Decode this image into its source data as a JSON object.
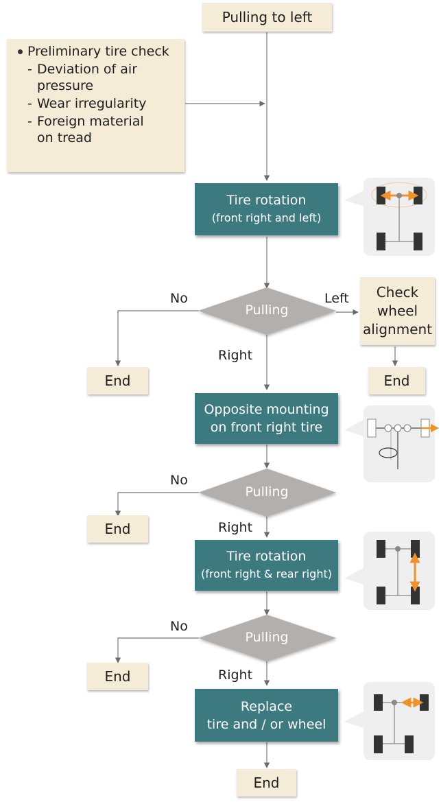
{
  "start": "Pulling to left",
  "preliminary": {
    "title": "Preliminary tire check",
    "items": [
      "Deviation of air pressure",
      "Wear irregularity",
      "Foreign material on tread"
    ],
    "dash": "-"
  },
  "step1": {
    "line1": "Tire rotation",
    "line2": "(front right and left)"
  },
  "decision1": {
    "text": "Pulling",
    "no": "No",
    "left": "Left",
    "right": "Right"
  },
  "check_wheel": "Check wheel alignment",
  "step2": {
    "line1": "Opposite mounting",
    "line2": "on front right tire"
  },
  "decision2": {
    "text": "Pulling",
    "no": "No",
    "right": "Right"
  },
  "step3": {
    "line1": "Tire rotation",
    "line2": "(front right & rear right)"
  },
  "decision3": {
    "text": "Pulling",
    "no": "No",
    "right": "Right"
  },
  "step4": {
    "line1": "Replace",
    "line2": "tire and / or wheel"
  },
  "end": "End",
  "colors": {
    "beige_box": "#f4ecd7",
    "teal_box": "#3d7a80",
    "decision": "#b3afac",
    "arrow": "#6b6b6b",
    "highlight": "#f0922c",
    "tire": "#333333"
  }
}
